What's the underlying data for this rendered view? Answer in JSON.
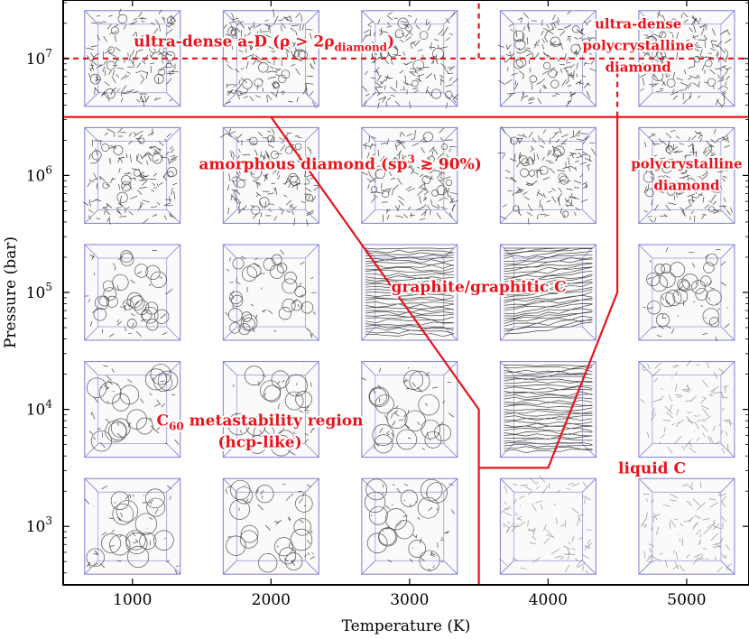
{
  "chart_data": {
    "type": "scatter",
    "xlabel": "Temperature (K)",
    "ylabel": "Pressure (bar)",
    "x_ticks": [
      1000,
      2000,
      3000,
      4000,
      5000
    ],
    "y_tick_exponents": [
      3,
      4,
      5,
      6,
      7
    ],
    "xlim": [
      500,
      5450
    ],
    "ylog_lim": [
      2.5,
      7.5
    ],
    "yscale": "log",
    "snapshot_temperatures": [
      1000,
      2000,
      3000,
      4000,
      5000
    ],
    "snapshot_log_pressures": [
      3,
      4,
      5,
      6,
      7
    ],
    "snapshot_styles": [
      [
        "fullerene",
        "fullerene",
        "fullerene",
        "liquid",
        "liquid"
      ],
      [
        "fullerene",
        "fullerene",
        "fullerene",
        "layered",
        "liquid"
      ],
      [
        "cage",
        "cage",
        "layered",
        "layered",
        "cage"
      ],
      [
        "dense",
        "dense",
        "dense",
        "dense",
        "dense"
      ],
      [
        "dense",
        "dense",
        "dense",
        "dense",
        "dense"
      ]
    ],
    "boundaries": [
      {
        "style": "solid",
        "points": [
          [
            500,
            6.5
          ],
          [
            5450,
            6.5
          ]
        ]
      },
      {
        "style": "solid",
        "points": [
          [
            2000,
            6.5
          ],
          [
            3500,
            4.0
          ],
          [
            3500,
            2.5
          ]
        ]
      },
      {
        "style": "solid",
        "points": [
          [
            3500,
            3.5
          ],
          [
            4000,
            3.5
          ],
          [
            4500,
            5.0
          ],
          [
            4500,
            6.5
          ]
        ]
      },
      {
        "style": "dashed",
        "points": [
          [
            500,
            7.0
          ],
          [
            5450,
            7.0
          ]
        ]
      },
      {
        "style": "dashed",
        "points": [
          [
            3500,
            7.0
          ],
          [
            3500,
            7.5
          ]
        ]
      },
      {
        "style": "dashed",
        "points": [
          [
            4500,
            6.5
          ],
          [
            4500,
            7.0
          ]
        ]
      }
    ],
    "regions": [
      {
        "lines": [
          "ultra-dense a-D (ρ > 2ρ",
          "diamond",
          ")"
        ],
        "x": 1950,
        "logp": 7.15
      },
      {
        "lines": [
          "ultra-dense",
          "polycrystalline",
          "diamond"
        ],
        "x": 4650,
        "logp": 7.15
      },
      {
        "lines": [
          "amorphous diamond (sp",
          "3",
          " ≳ 90%)"
        ],
        "x": 2500,
        "logp": 6.1
      },
      {
        "lines": [
          "polycrystalline",
          "diamond"
        ],
        "x": 5000,
        "logp": 6.0
      },
      {
        "lines": [
          "graphite/graphitic C"
        ],
        "x": 3500,
        "logp": 5.05
      },
      {
        "lines": [
          "C",
          "60",
          " metastability region",
          "(hcp-like)"
        ],
        "x": 1920,
        "logp": 4.0
      },
      {
        "lines": [
          "liquid C"
        ],
        "x": 4750,
        "logp": 3.5
      }
    ],
    "colors": {
      "boundary": "#e8131b",
      "snapshot_frame": "#7c7cd6",
      "structure": "#444444"
    }
  }
}
